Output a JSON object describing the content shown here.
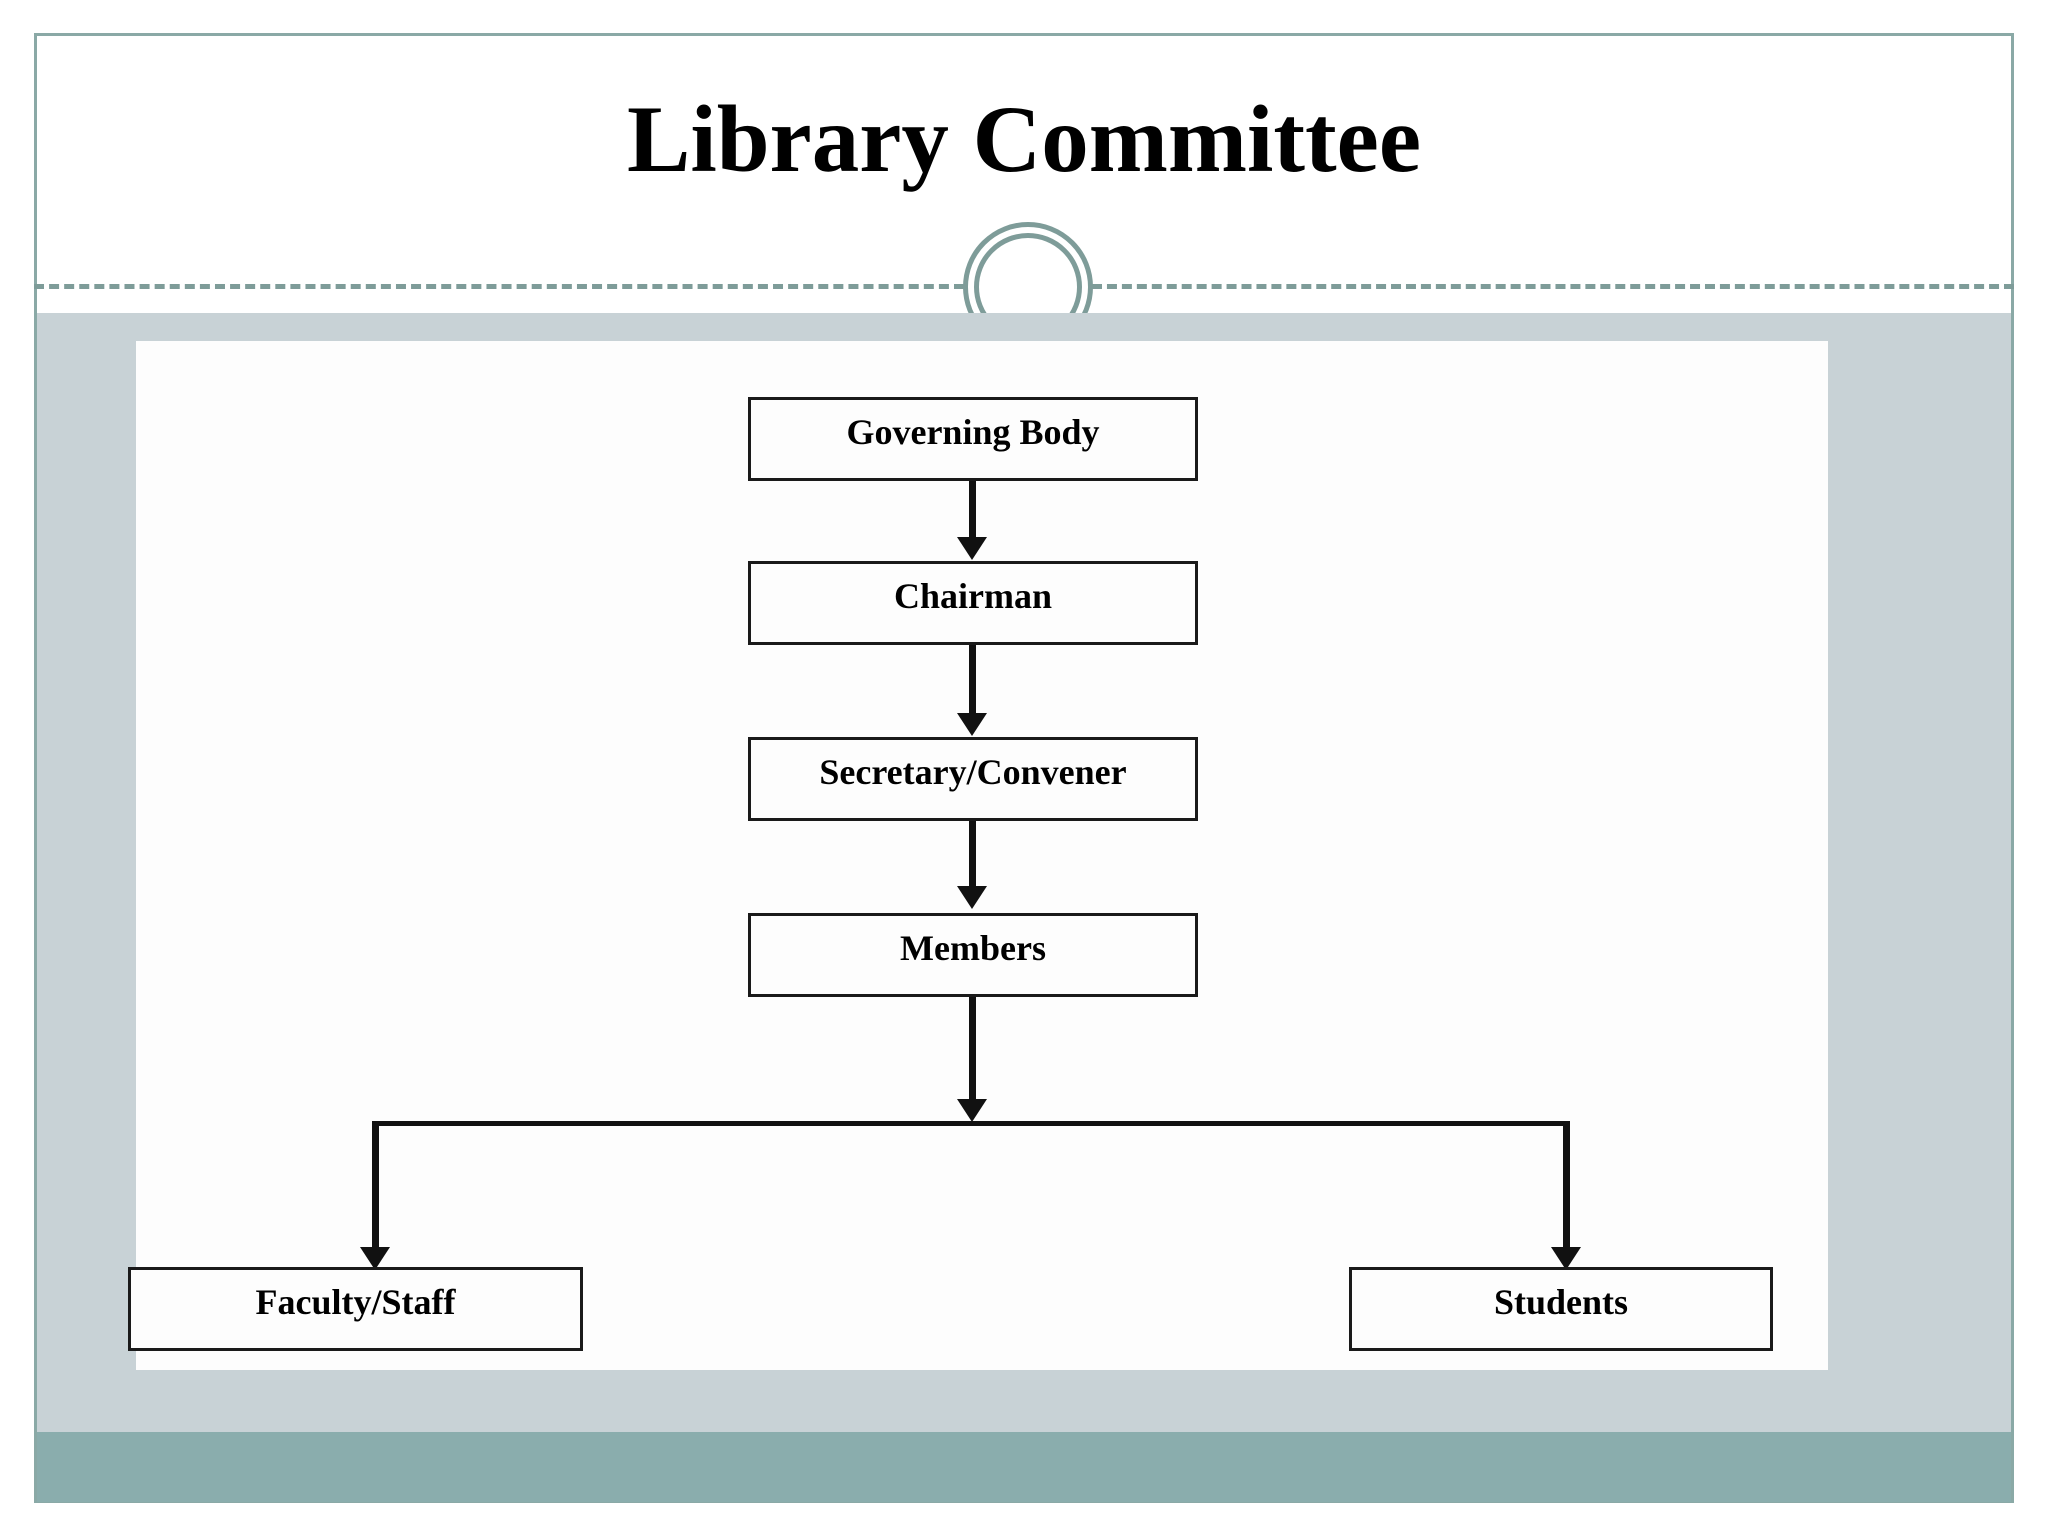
{
  "slide": {
    "title": "Library Committee",
    "theme": {
      "accent_teal": "#7e9c99",
      "content_band": "#c8d2d6",
      "footer_band": "#8aadad",
      "panel_white": "#fdfdfd",
      "line_black": "#111111"
    }
  },
  "ornament": {
    "name": "double-ring-circle"
  },
  "chart_data": {
    "type": "diagram",
    "title": "Library Committee",
    "diagram_kind": "organisational-flowchart",
    "nodes": [
      {
        "id": "governing-body",
        "label": "Governing Body",
        "level": 1
      },
      {
        "id": "chairman",
        "label": "Chairman",
        "level": 2
      },
      {
        "id": "secretary-convener",
        "label": "Secretary/Convener",
        "level": 3
      },
      {
        "id": "members",
        "label": "Members",
        "level": 4
      },
      {
        "id": "faculty-staff",
        "label": "Faculty/Staff",
        "level": 5
      },
      {
        "id": "students",
        "label": "Students",
        "level": 5
      }
    ],
    "edges": [
      {
        "from": "governing-body",
        "to": "chairman",
        "style": "arrow-down"
      },
      {
        "from": "chairman",
        "to": "secretary-convener",
        "style": "arrow-down"
      },
      {
        "from": "secretary-convener",
        "to": "members",
        "style": "arrow-down"
      },
      {
        "from": "members",
        "to": "faculty-staff",
        "style": "split-arrow-down-left"
      },
      {
        "from": "members",
        "to": "students",
        "style": "split-arrow-down-right"
      }
    ]
  }
}
